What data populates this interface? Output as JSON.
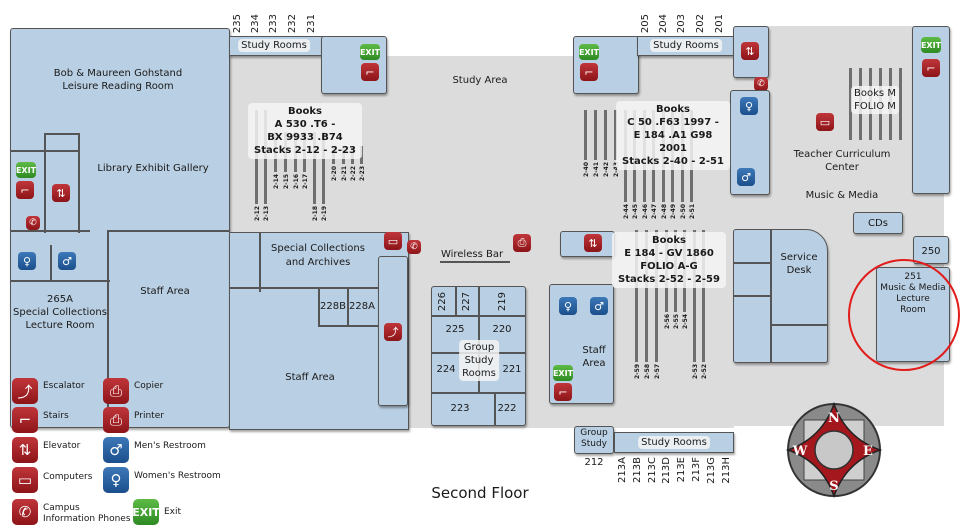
{
  "title": "Second Floor",
  "rooms": {
    "leisure": "Bob & Maureen Gohstand Leisure Reading Room",
    "leisure_l1": "Bob & Maureen Gohstand",
    "leisure_l2": "Leisure Reading Room",
    "exhibit": "Library Exhibit Gallery",
    "room265a_l1": "265A",
    "room265a_l2": "Special Collections",
    "room265a_l3": "Lecture Room",
    "staff_west": "Staff Area",
    "staff_south": "Staff Area",
    "special_l1": "Special Collections",
    "special_l2": "and Archives",
    "r228b": "228B",
    "r228a": "228A",
    "study_area": "Study Area",
    "wireless_bar": "Wireless Bar",
    "group_l1": "Group",
    "group_l2": "Study",
    "group_l3": "Rooms",
    "group_rooms": [
      "226",
      "227",
      "219",
      "225",
      "220",
      "224",
      "221",
      "223",
      "222"
    ],
    "staff_mid_l1": "Staff",
    "staff_mid_l2": "Area",
    "group_study_l1": "Group",
    "group_study_l2": "Study",
    "r212": "212",
    "study_rooms_bottom": "Study Rooms",
    "bottom_rooms": [
      "213A",
      "213B",
      "213C",
      "213D",
      "213E",
      "213F",
      "213G",
      "213H"
    ],
    "study_rooms_top_left": "Study Rooms",
    "top_left_rooms": [
      "235",
      "234",
      "233",
      "232",
      "231"
    ],
    "study_rooms_top_right": "Study Rooms",
    "top_right_rooms": [
      "205",
      "204",
      "203",
      "202",
      "201"
    ],
    "service_l1": "Service",
    "service_l2": "Desk",
    "teacher_l1": "Teacher Curriculum",
    "teacher_l2": "Center",
    "music_media": "Music & Media",
    "cds": "CDs",
    "r250": "250",
    "r251_l1": "251",
    "r251_l2": "Music & Media",
    "r251_l3": "Lecture",
    "r251_l4": "Room",
    "books_m_l1": "Books M",
    "books_m_l2": "FOLIO M"
  },
  "books": [
    {
      "lines": [
        "Books",
        "A 530 .T6 -",
        "BX 9933 .B74",
        "Stacks 2-12 - 2-23"
      ]
    },
    {
      "lines": [
        "Books",
        "C 50 .F63 1997 -",
        "E 184 .A1 G98",
        "2001",
        "Stacks 2-40 - 2-51"
      ]
    },
    {
      "lines": [
        "Books",
        "E 184 - GV 1860",
        "FOLIO A-G",
        "Stacks 2-52 - 2-59"
      ]
    }
  ],
  "stacks_west": [
    "2-12",
    "2-13",
    "2-14",
    "2-15",
    "2-16",
    "2-17",
    "2-18",
    "2-19",
    "2-20",
    "2-21",
    "2-22",
    "2-23"
  ],
  "stacks_mid_north": [
    "2-40",
    "2-41",
    "2-42",
    "2-43",
    "2-44",
    "2-45",
    "2-46",
    "2-47",
    "2-48",
    "2-49",
    "2-50",
    "2-51"
  ],
  "stacks_mid_south": [
    "2-59",
    "2-58",
    "2-57",
    "2-56",
    "2-55",
    "2-54",
    "2-53",
    "2-52"
  ],
  "legend": [
    {
      "icon": "escalator-icon",
      "glyph": "⤴",
      "label": "Escalator"
    },
    {
      "icon": "stairs-icon",
      "glyph": "⌐",
      "label": "Stairs"
    },
    {
      "icon": "elevator-icon",
      "glyph": "⇅",
      "label": "Elevator"
    },
    {
      "icon": "computer-icon",
      "glyph": "▭",
      "label": "Computers"
    },
    {
      "icon": "phone-icon",
      "glyph": "✆",
      "label_l1": "Campus",
      "label_l2": "Information Phones"
    },
    {
      "icon": "copier-icon",
      "glyph": "⎙",
      "label": "Copier"
    },
    {
      "icon": "printer-icon",
      "glyph": "⎙",
      "label": "Printer"
    },
    {
      "icon": "mens-restroom-icon",
      "glyph": "♂",
      "label": "Men's Restroom"
    },
    {
      "icon": "womens-restroom-icon",
      "glyph": "♀",
      "label": "Women's Restroom"
    },
    {
      "icon": "exit-icon",
      "glyph": "EXIT",
      "label": "Exit"
    }
  ],
  "icons": {
    "exit": "EXIT",
    "stairs": "⌐",
    "elevator": "⇅",
    "phone": "✆",
    "computer": "▭",
    "copier": "⎙",
    "escalator": "⤴",
    "men": "♂",
    "women": "♀"
  },
  "compass": {
    "n": "N",
    "s": "S",
    "e": "E",
    "w": "W"
  },
  "highlight": {
    "color": "#e21b1b",
    "target": "251 Music & Media Lecture Room"
  }
}
